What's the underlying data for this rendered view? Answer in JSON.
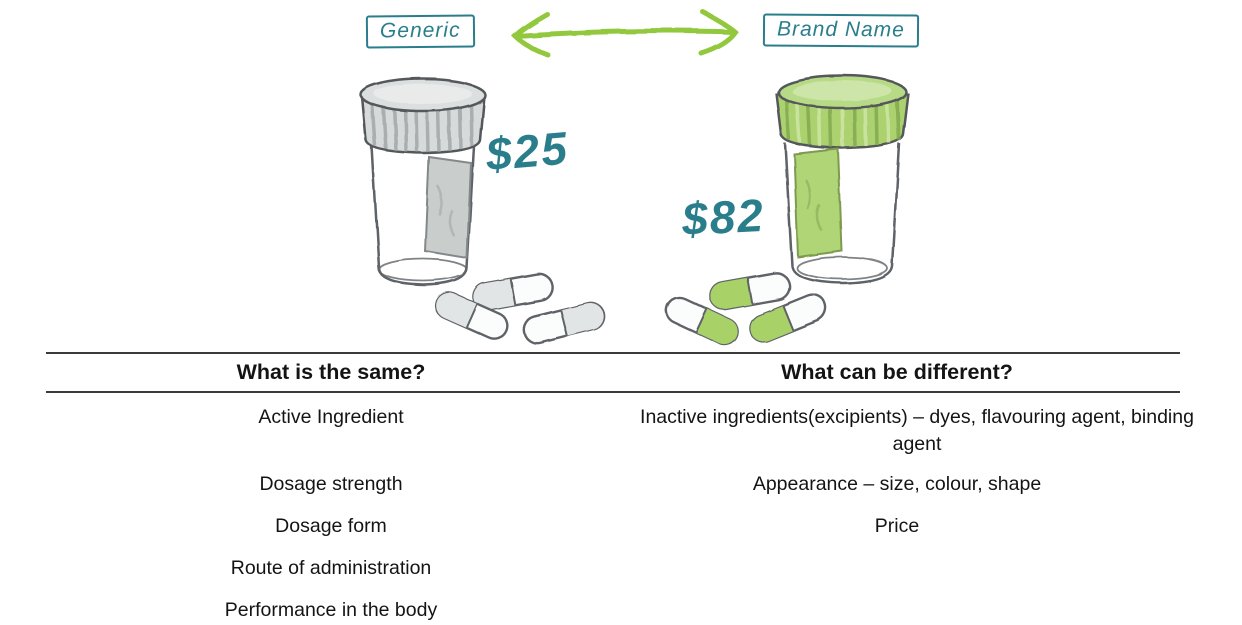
{
  "diagram": {
    "generic_label": "Generic",
    "brand_label": "Brand Name",
    "generic_price": "$25",
    "brand_price": "$82"
  },
  "table": {
    "same_header": "What is the same?",
    "different_header": "What can be different?",
    "same_items": [
      "Active Ingredient",
      "Dosage strength",
      "Dosage form",
      "Route of administration",
      "Performance in the body"
    ],
    "different_items": [
      "Inactive ingredients(excipients) – dyes, flavouring agent, binding agent",
      "Appearance – size, colour, shape",
      "Price"
    ]
  },
  "colors": {
    "teal": "#2a7e8c",
    "arrow_green": "#92c83e",
    "pill_green": "#a8d168",
    "sketch_grey": "#5f6468"
  }
}
